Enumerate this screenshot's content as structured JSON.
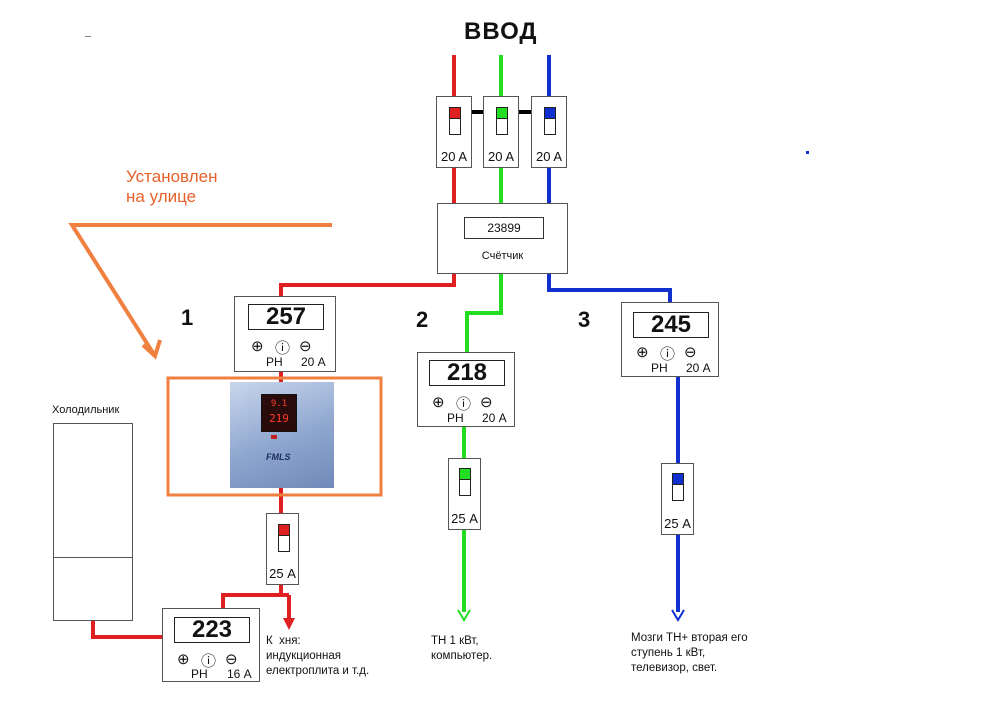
{
  "title": "ВВОД",
  "input_breakers": [
    {
      "rating": "20 A",
      "color": "#e02020"
    },
    {
      "rating": "20 A",
      "color": "#22dd22"
    },
    {
      "rating": "20 A",
      "color": "#1030d0"
    }
  ],
  "meter": {
    "value": "23899",
    "label": "Счётчик"
  },
  "callout": {
    "line1": "Установлен",
    "line2": "на улице"
  },
  "branches": [
    {
      "number": "1",
      "relay": {
        "value": "257",
        "label_rn": "РН",
        "current": "20 А"
      }
    },
    {
      "number": "2",
      "relay": {
        "value": "218",
        "label_rn": "РН",
        "current": "20 А"
      }
    },
    {
      "number": "3",
      "relay": {
        "value": "245",
        "label_rn": "РН",
        "current": "20 А"
      }
    }
  ],
  "branch_breakers": [
    {
      "rating": "25 А",
      "color": "#e02020"
    },
    {
      "rating": "25 А",
      "color": "#22dd22"
    },
    {
      "rating": "25 А",
      "color": "#1030d0"
    }
  ],
  "kitchen_relay": {
    "value": "223",
    "label_rn": "РН",
    "current": "16 А"
  },
  "fridge_label": "Холодильник",
  "stabilizer": {
    "screen_top": "9.1",
    "screen_bottom": "219",
    "logo": "FMLS"
  },
  "notes": {
    "kitchen": "К  хня:\nиндукционная\nелектроплита и т.д.",
    "branch2": "ТН 1 кВт,\nкомпьютер.",
    "branch3": "Мозги ТН+ вторая его\nступень 1 кВт,\nтелевизор, свет."
  },
  "colors": {
    "red": "#e02020",
    "green": "#22dd22",
    "blue": "#1030d0",
    "orange": "#f08040"
  }
}
